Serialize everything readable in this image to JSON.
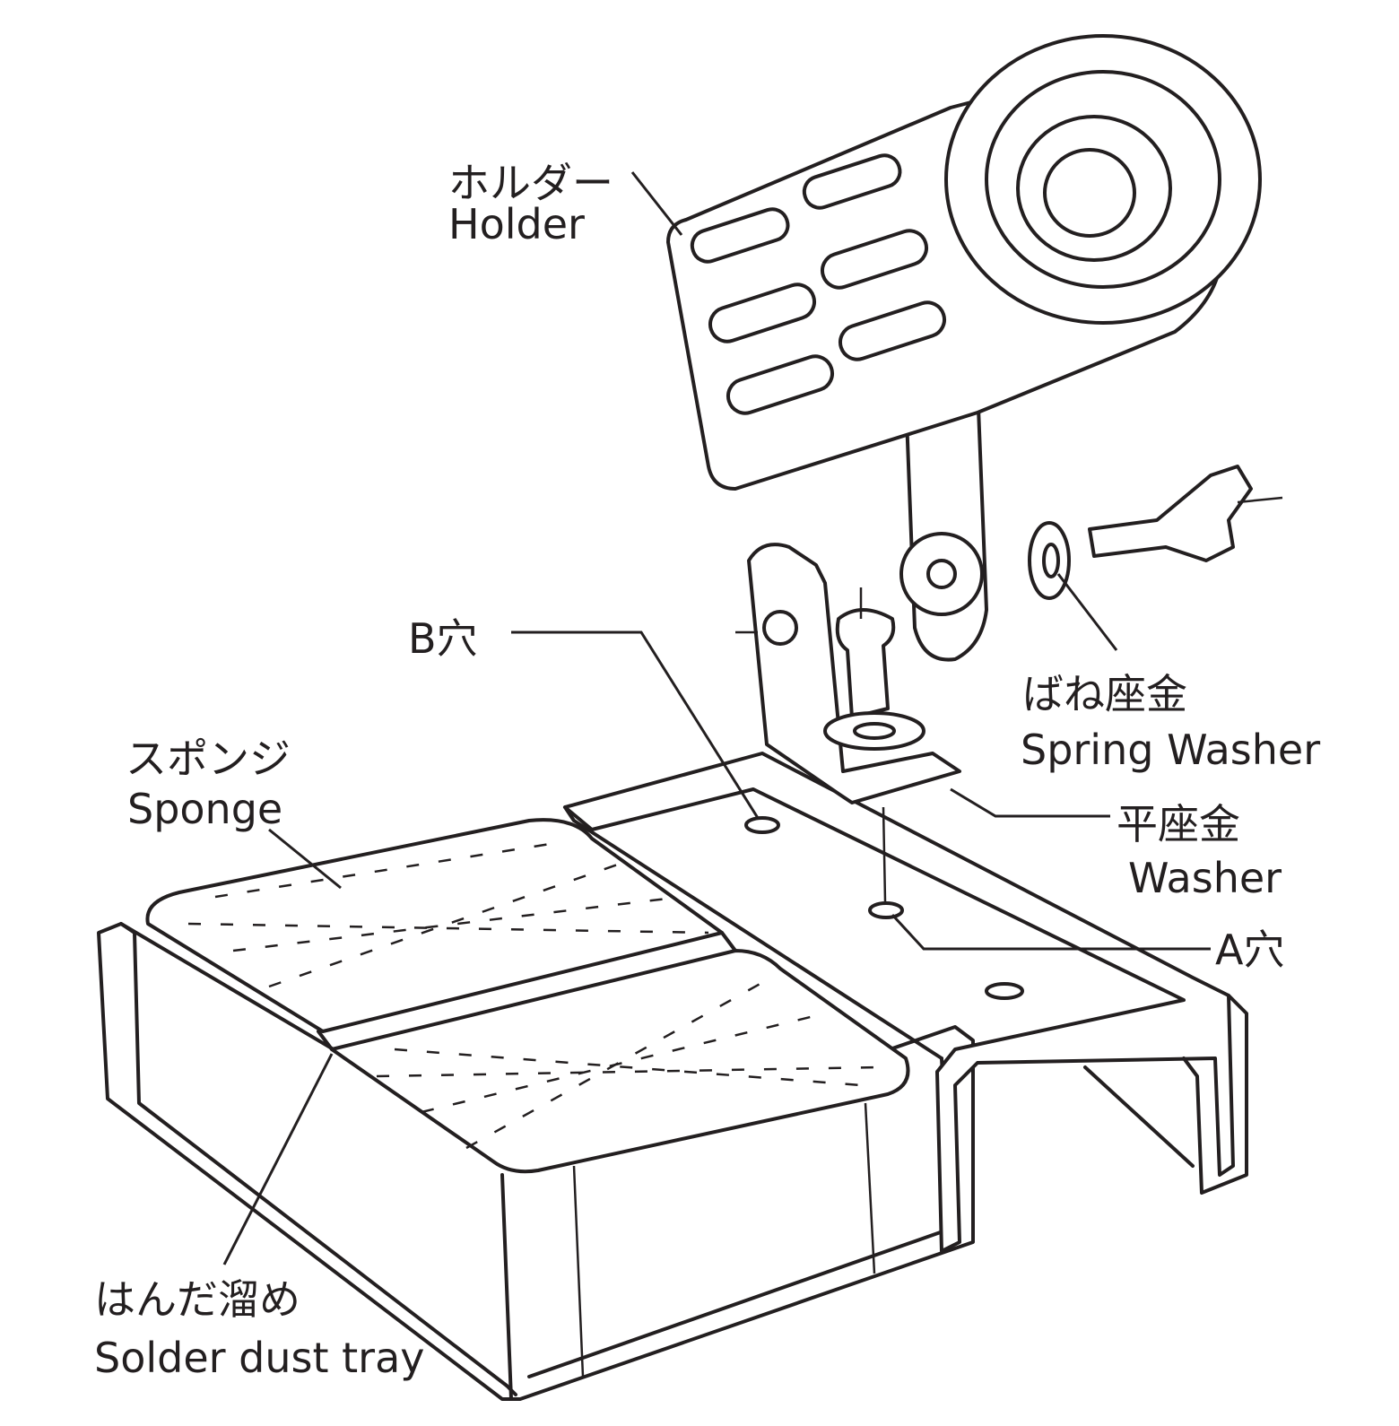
{
  "title": "Soldering iron stand assembly",
  "labels": {
    "holder": {
      "ja": "ホルダー",
      "en": "Holder"
    },
    "b_hole": {
      "ja": "B穴"
    },
    "spring_washer": {
      "ja": "ばね座金",
      "en": "Spring Washer"
    },
    "washer": {
      "ja": "平座金",
      "en": "Washer"
    },
    "a_hole": {
      "ja": "A穴"
    },
    "sponge": {
      "ja": "スポンジ",
      "en": "Sponge"
    },
    "solder_tray": {
      "ja": "はんだ溜め",
      "en": "Solder dust tray"
    }
  },
  "colors": {
    "ink": "#231f20",
    "paper": "#ffffff"
  }
}
